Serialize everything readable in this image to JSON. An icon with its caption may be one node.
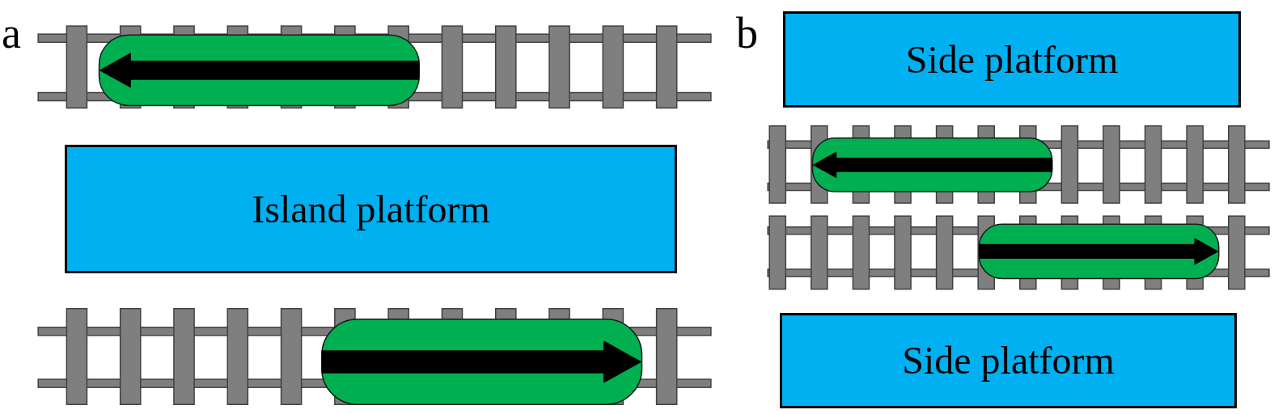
{
  "diagram": {
    "nodes": [
      {
        "text": [
          "Island platform"
        ]
      },
      {
        "text": [
          "Side platform"
        ]
      },
      {
        "text": [
          "Side platform"
        ]
      }
    ],
    "labels": [
      "a",
      "b"
    ]
  }
}
